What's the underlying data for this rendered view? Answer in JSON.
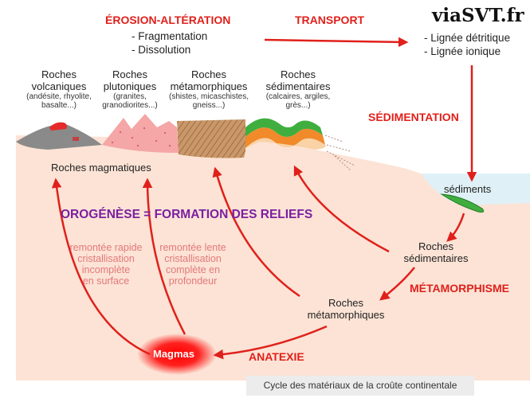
{
  "brand": "viaSVT.fr",
  "erosion": {
    "title": "ÉROSION-ALTÉRATION",
    "items": [
      "- Fragmentation",
      "- Dissolution"
    ]
  },
  "transport": {
    "title": "TRANSPORT",
    "items": [
      "- Lignée détritique",
      "- Lignée ionique"
    ]
  },
  "sedimentation": "SÉDIMENTATION",
  "rock_types": [
    {
      "title": "Roches",
      "name": "volcaniques",
      "detail1": "(andésite, rhyolite,",
      "detail2": "basalte...)"
    },
    {
      "title": "Roches",
      "name": "plutoniques",
      "detail1": "(granites,",
      "detail2": "granodiorites...)"
    },
    {
      "title": "Roches",
      "name": "métamorphiques",
      "detail1": "(shistes, micaschistes,",
      "detail2": "gneiss...)"
    },
    {
      "title": "Roches",
      "name": "sédimentaires",
      "detail1": "(calcaires, argiles,",
      "detail2": "grès...)"
    }
  ],
  "roches_magmatiques": "Roches magmatiques",
  "sediments": "sédiments",
  "orogenese": "OROGÉNÈSE = FORMATION DES RELIEFS",
  "remontee_rapide": [
    "remontée rapide",
    "cristallisation",
    "incomplète",
    "en surface"
  ],
  "remontee_lente": [
    "remontée lente",
    "cristallisation",
    "complète en",
    "profondeur"
  ],
  "roches_sed": [
    "Roches",
    "sédimentaires"
  ],
  "metamorphisme": "MÉTAMORPHISME",
  "roches_meta": [
    "Roches",
    "métamorphiques"
  ],
  "magmas": "Magmas",
  "anatexie": "ANATEXIE",
  "caption": "Cycle des matériaux de la croûte continentale",
  "colors": {
    "accent_red": "#e0201b",
    "crust": "#fce3d5",
    "sea": "#dff1f6",
    "purple": "#7b1fa2",
    "pink_text": "#e2797b"
  }
}
